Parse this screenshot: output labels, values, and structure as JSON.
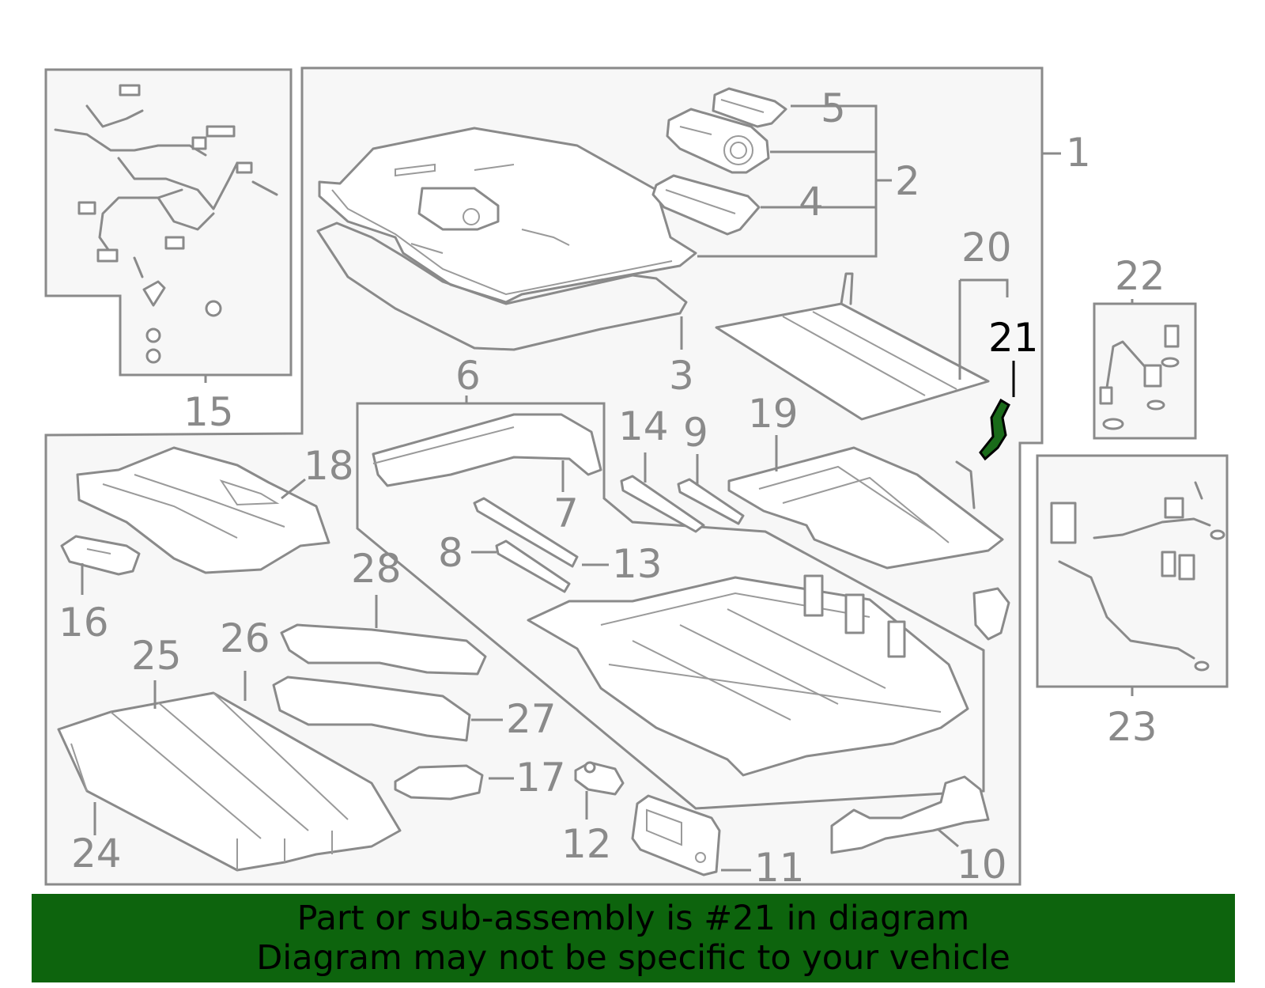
{
  "colors": {
    "line": "#8a8a8a",
    "highlight_part": "#1a6b1a",
    "highlight_label": "#000000",
    "banner_bg": "#0d640d",
    "banner_text": "#000000"
  },
  "highlighted_part": "21",
  "callouts": {
    "c1": "1",
    "c2": "2",
    "c3": "3",
    "c4": "4",
    "c5": "5",
    "c6": "6",
    "c7": "7",
    "c8": "8",
    "c9": "9",
    "c10": "10",
    "c11": "11",
    "c12": "12",
    "c13": "13",
    "c14": "14",
    "c15": "15",
    "c16": "16",
    "c17": "17",
    "c18": "18",
    "c19": "19",
    "c20": "20",
    "c21": "21",
    "c22": "22",
    "c23": "23",
    "c24": "24",
    "c25": "25",
    "c26": "26",
    "c27": "27",
    "c28": "28"
  },
  "banner": {
    "line1": "Part or sub-assembly is #21 in diagram",
    "line2": "Diagram may not be specific to your vehicle"
  }
}
